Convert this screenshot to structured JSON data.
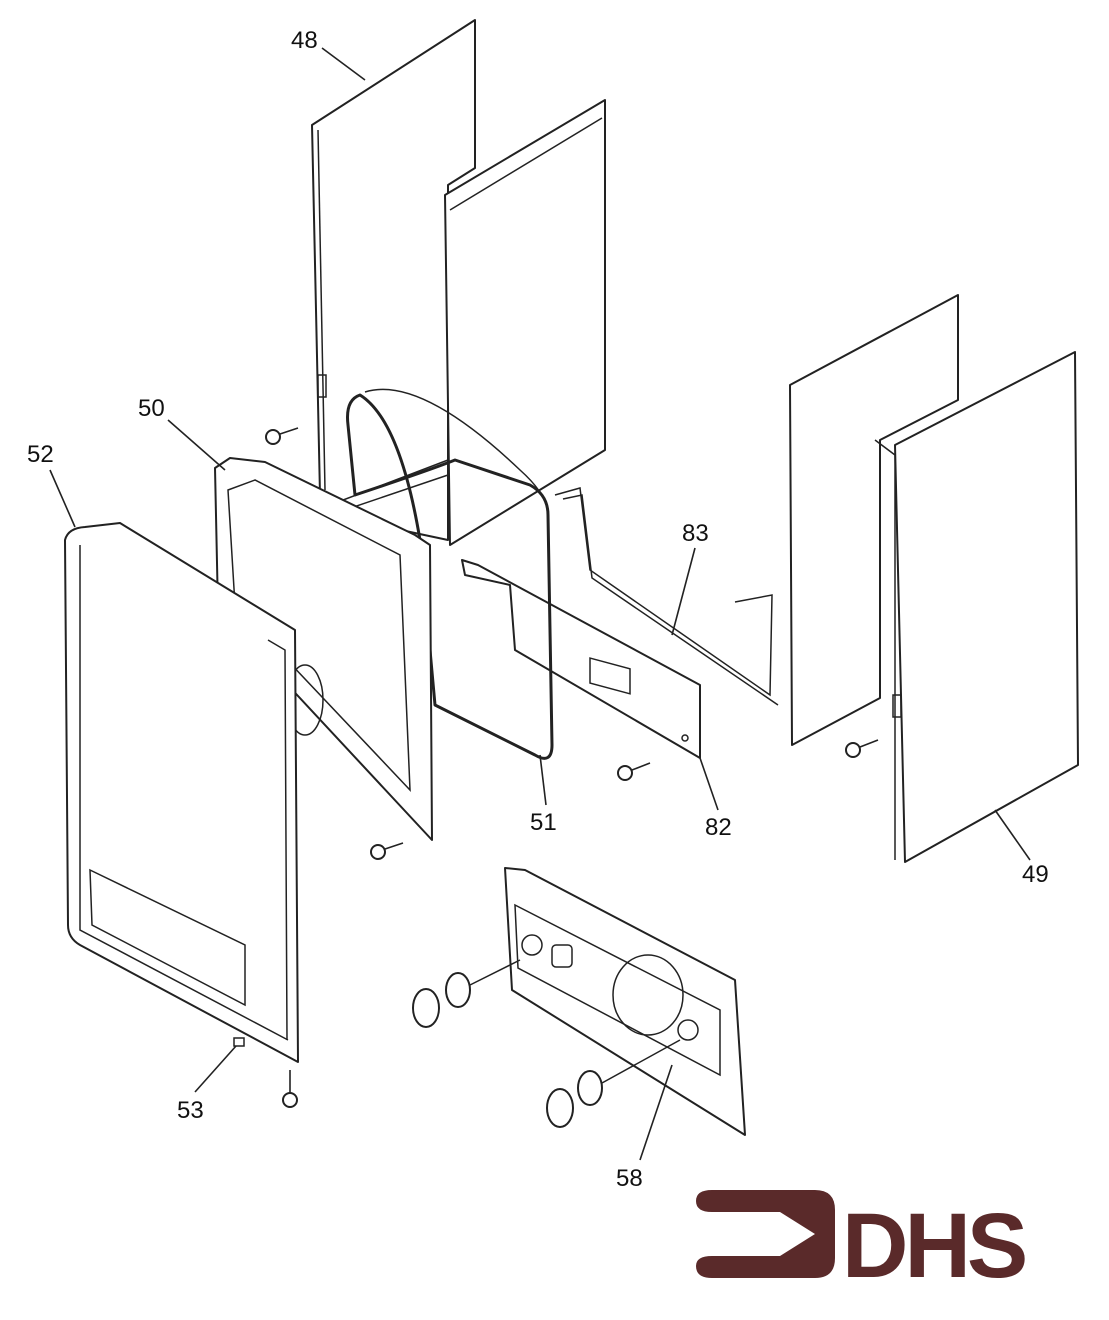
{
  "diagram": {
    "labels": {
      "p48": "48",
      "p49": "49",
      "p50": "50",
      "p51": "51",
      "p52": "52",
      "p53": "53",
      "p58": "58",
      "p82": "82",
      "p83": "83"
    },
    "logo": {
      "text": "DHS",
      "color": "#5a2a2a"
    }
  }
}
